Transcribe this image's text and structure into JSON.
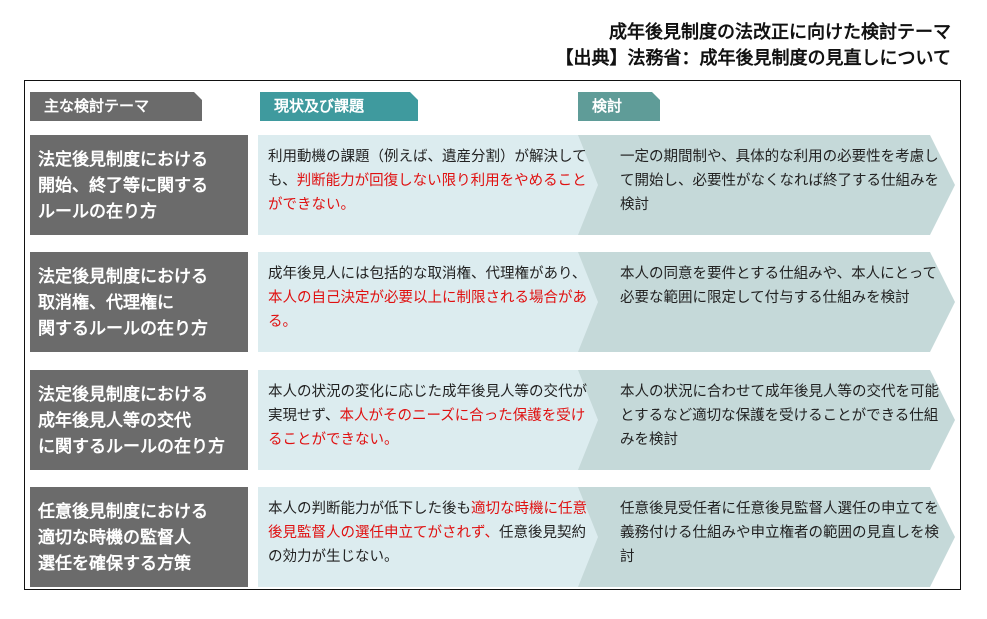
{
  "title_line1": "成年後見制度の法改正に向けた検討テーマ",
  "title_line2": "【出典】法務省：成年後見制度の見直しについて",
  "headers": {
    "theme": "主な検討テーマ",
    "current": "現状及び課題",
    "review": "検討"
  },
  "colors": {
    "theme": "#6b6b6b",
    "current_tab": "#3f9a9e",
    "review_tab": "#5f9c98",
    "current_bg": "#dcecef",
    "review_bg": "#c5d9d9",
    "highlight": "#e01010"
  },
  "rows": [
    {
      "theme": [
        "法定後見制度における",
        "開始、終了等に関する",
        "ルールの在り方"
      ],
      "current": {
        "normal1": "利用動機の課題（例えば、遺産分割）が解決しても、",
        "red": "判断能力が回復しない限り利用をやめることができない。",
        "normal2": ""
      },
      "review": "一定の期間制や、具体的な利用の必要性を考慮して開始し、必要性がなくなれば終了する仕組みを検討"
    },
    {
      "theme": [
        "法定後見制度における",
        "取消権、代理権に",
        "関するルールの在り方"
      ],
      "current": {
        "normal1": "成年後見人には包括的な取消権、代理権があり、",
        "red": "本人の自己決定が必要以上に制限される場合がある。",
        "normal2": ""
      },
      "review": "本人の同意を要件とする仕組みや、本人にとって必要な範囲に限定して付与する仕組みを検討"
    },
    {
      "theme": [
        "法定後見制度における",
        "成年後見人等の交代",
        "に関するルールの在り方"
      ],
      "current": {
        "normal1": "本人の状況の変化に応じた成年後見人等の交代が実現せず、",
        "red": "本人がそのニーズに合った保護を受けることができない。",
        "normal2": ""
      },
      "review": "本人の状況に合わせて成年後見人等の交代を可能とするなど適切な保護を受けることができる仕組みを検討"
    },
    {
      "theme": [
        "任意後見制度における",
        "適切な時機の監督人",
        "選任を確保する方策"
      ],
      "current": {
        "normal1": "本人の判断能力が低下した後も",
        "red": "適切な時機に任意後見監督人の選任申立てがされず、",
        "normal2": "任意後見契約の効力が生じない。"
      },
      "review": "任意後見受任者に任意後見監督人選任の申立てを義務付ける仕組みや申立権者の範囲の見直しを検討"
    }
  ]
}
